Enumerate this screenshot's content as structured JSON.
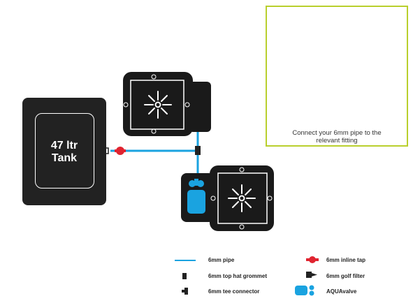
{
  "tank": {
    "line1": "47 ltr",
    "line2": "Tank"
  },
  "fittings_caption": {
    "line1": "Connect your 6mm pipe to the",
    "line2": "relevant fitting"
  },
  "legend": {
    "pipe": "6mm pipe",
    "grommet": "6mm top hat grommet",
    "tee": "6mm tee connector",
    "inline_tap": "6mm inline tap",
    "golf_filter": "6mm golf filter",
    "aquavalve": "AQUAvalve"
  },
  "colors": {
    "pipe": "#1aa3e0",
    "tap": "#e02430",
    "box_border": "#b9cf2d",
    "pot": "#1a1a1a",
    "valve": "#1aa3e0"
  }
}
